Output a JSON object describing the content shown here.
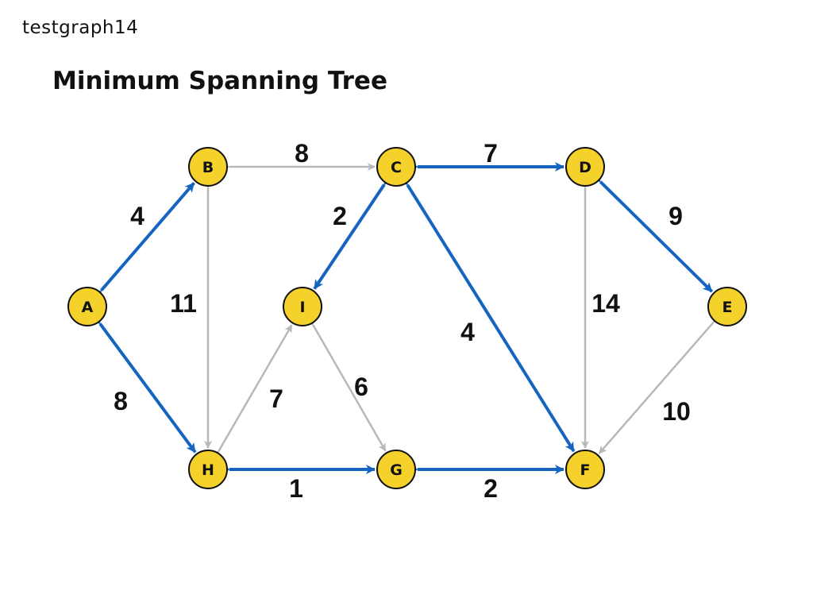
{
  "page": {
    "label": "testgraph14",
    "title": "Minimum Spanning Tree"
  },
  "colors": {
    "mst_edge": "#1565c0",
    "other_edge": "#b8b8b8",
    "node_fill": "#f5d22b",
    "node_stroke": "#111111",
    "text": "#111111"
  },
  "nodes": [
    {
      "id": "A",
      "label": "A"
    },
    {
      "id": "B",
      "label": "B"
    },
    {
      "id": "C",
      "label": "C"
    },
    {
      "id": "D",
      "label": "D"
    },
    {
      "id": "E",
      "label": "E"
    },
    {
      "id": "F",
      "label": "F"
    },
    {
      "id": "G",
      "label": "G"
    },
    {
      "id": "H",
      "label": "H"
    },
    {
      "id": "I",
      "label": "I"
    }
  ],
  "edges": [
    {
      "from": "A",
      "to": "B",
      "weight": "4",
      "mst": true
    },
    {
      "from": "A",
      "to": "H",
      "weight": "8",
      "mst": true
    },
    {
      "from": "B",
      "to": "C",
      "weight": "8",
      "mst": false
    },
    {
      "from": "B",
      "to": "H",
      "weight": "11",
      "mst": false
    },
    {
      "from": "C",
      "to": "D",
      "weight": "7",
      "mst": true
    },
    {
      "from": "C",
      "to": "I",
      "weight": "2",
      "mst": true
    },
    {
      "from": "C",
      "to": "F",
      "weight": "4",
      "mst": true
    },
    {
      "from": "D",
      "to": "E",
      "weight": "9",
      "mst": true
    },
    {
      "from": "D",
      "to": "F",
      "weight": "14",
      "mst": false
    },
    {
      "from": "E",
      "to": "F",
      "weight": "10",
      "mst": false
    },
    {
      "from": "H",
      "to": "I",
      "weight": "7",
      "mst": false
    },
    {
      "from": "I",
      "to": "G",
      "weight": "6",
      "mst": false
    },
    {
      "from": "H",
      "to": "G",
      "weight": "1",
      "mst": true
    },
    {
      "from": "G",
      "to": "F",
      "weight": "2",
      "mst": true
    }
  ]
}
